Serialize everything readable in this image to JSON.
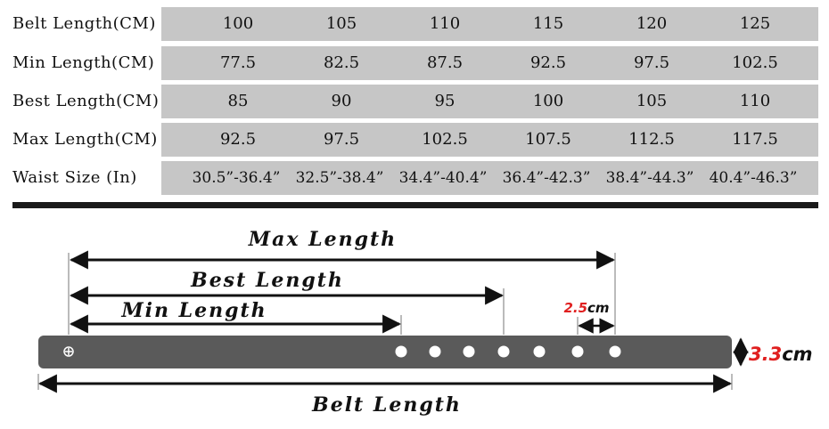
{
  "table": {
    "rows": [
      {
        "label": "Belt Length(CM)",
        "values": [
          "100",
          "105",
          "110",
          "115",
          "120",
          "125"
        ]
      },
      {
        "label": "Min Length(CM)",
        "values": [
          "77.5",
          "82.5",
          "87.5",
          "92.5",
          "97.5",
          "102.5"
        ]
      },
      {
        "label": "Best Length(CM)",
        "values": [
          "85",
          "90",
          "95",
          "100",
          "105",
          "110"
        ]
      },
      {
        "label": "Max Length(CM)",
        "values": [
          "92.5",
          "97.5",
          "102.5",
          "107.5",
          "112.5",
          "117.5"
        ]
      },
      {
        "label": "Waist Size (In)",
        "values": [
          "30.5”-36.4”",
          "32.5”-38.4”",
          "34.4”-40.4”",
          "36.4”-42.3”",
          "38.4”-44.3”",
          "40.4”-46.3”"
        ]
      }
    ]
  },
  "diagram": {
    "max_label": "Max Length",
    "best_label": "Best Length",
    "min_label": "Min Length",
    "spacing_value": "2.5",
    "spacing_unit": "cm",
    "width_value": "3.3",
    "width_unit": "cm",
    "belt_label": "Belt Length",
    "colors": {
      "belt": "#5a5a5a",
      "accent": "#e02020",
      "arrow": "#111111"
    }
  }
}
